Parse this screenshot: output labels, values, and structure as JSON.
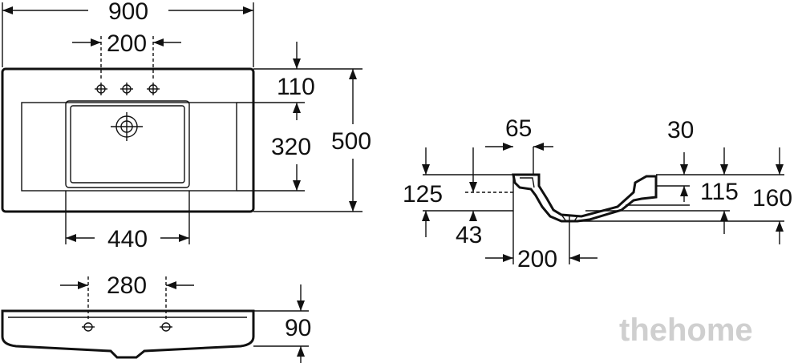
{
  "dimensions": {
    "top_width": "900",
    "tap_spacing": "200",
    "top_offset": "110",
    "bowl_depth": "320",
    "total_depth": "500",
    "bowl_width": "440",
    "side_spacing": "280",
    "side_height": "90",
    "section_65": "65",
    "section_30": "30",
    "section_125": "125",
    "section_115": "115",
    "section_160": "160",
    "section_43": "43",
    "section_200": "200"
  },
  "watermark": "thehome"
}
